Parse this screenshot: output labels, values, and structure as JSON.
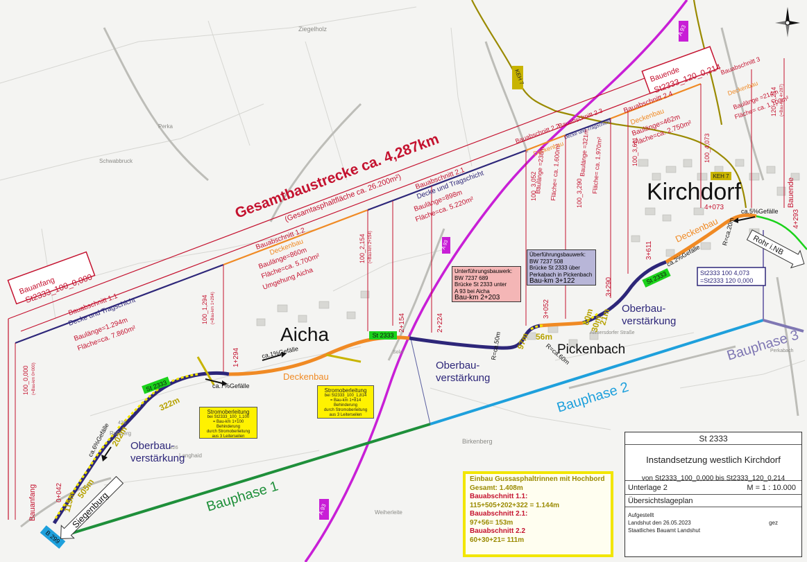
{
  "map": {
    "town_major": "Kirchdorf",
    "town_aicha": "Aicha",
    "town_pickenbach": "Pickenbach",
    "roads": {
      "a93": "A 93",
      "st2333": "St 2333",
      "b299": "B 299",
      "keh7": "KEH 7"
    },
    "place_labels": {
      "ziegelholz": "Ziegelholz",
      "schwabbruck": "Schwabbruck",
      "perka": "Perka",
      "rossberg": "Roßberg",
      "langhaid": "Langhaid",
      "birkenberg": "Birkenberg",
      "weiherleite": "Weiherleite",
      "solar": "Solar",
      "allmersdorfer": "Allmersdorfer Straße",
      "perkabach": "Perkabach",
      "elev426a": "426",
      "elev426b": "426"
    },
    "gesamt_title": "Gesamtbaustrecke ca. 4,287km",
    "gesamt_sub": "(Gesamtasphaltfläche ca. 26.200m²)",
    "bauanfang": {
      "title": "Bauanfang",
      "code": "St2333_100_0,000"
    },
    "bauende": {
      "title": "Bauende",
      "code": "St2333_120_0,214"
    },
    "sections": {
      "s11": {
        "title": "Bauabschnitt 1.1",
        "type": "Decke und Tragschicht",
        "length": "Baulänge=1.294m",
        "area": "Fläche=ca. 7.860m²"
      },
      "s12": {
        "title": "Bauabschnitt 1.2",
        "type": "Deckenbau",
        "length": "Baulänge=860m",
        "area": "Fläche=ca. 5.700m²",
        "note": "Umgehung Aicha"
      },
      "s21": {
        "title": "Bauabschnitt 2.1",
        "type": "Decke und Tragschicht",
        "length": "Baulänge=898m",
        "area": "Fläche=ca. 5.220m²"
      },
      "s22": {
        "title": "Bauabschnitt 2.2",
        "type": "Deckenbau",
        "length": "Baulänge =238m",
        "area": "Fläche= ca. 1.600m²"
      },
      "s23": {
        "title": "Bauabschnitt 2.3",
        "type": "Decke und Tragschicht",
        "length": "Baulänge =321m",
        "area": "Fläche= ca. 1.970m²"
      },
      "s24": {
        "title": "Bauabschnitt 2.4",
        "type": "Deckenbau",
        "length": "Baulänge=462m",
        "area": "Fläche=ca. 2.750m²"
      },
      "s3": {
        "title": "Bauabschnitt 3",
        "type": "Deckenbau",
        "length": "Baulänge =214m",
        "area": "Fläche= ca. 1.100m²"
      }
    },
    "stations": {
      "st100_0": "100_0,000",
      "st100_0_sub": "(=Bau-km 0+000)",
      "st100_1294": "100_1,294",
      "st100_1294_sub": "(=Bau-km 1+294)",
      "st100_2154": "100_2,154",
      "st100_2154_sub": "(=Bau-km 2+154)",
      "st100_3052": "100_3,052",
      "st100_3290": "100_3,290",
      "st100_3611": "100_3,611",
      "st100_4073": "100_4,073",
      "st120_0214": "120_0,214",
      "st120_0214_sub": "(=Bau-km 4+287)"
    },
    "km_marks": {
      "k0042": "0+042",
      "k1294": "1+294",
      "k2154": "2+154",
      "k2224": "2+224",
      "k3052": "3+052",
      "k3290": "3+290",
      "k3611": "3+611",
      "k4073": "4+073",
      "k4293": "4+293"
    },
    "segment_labels": {
      "oberbau1": "Oberbau-\nverstärkung",
      "oberbau2": "Oberbau-\nverstärkung",
      "oberbau3": "Oberbau-\nverstärkung",
      "deckenbau1": "Deckenbau",
      "deckenbau2": "Deckenbau"
    },
    "gradients": {
      "g1": "ca.1%Gefälle",
      "g7": "ca.7%Gefälle",
      "g6": "ca.6%Gefälle",
      "g2": "ca.2%Gefälle",
      "g5": "ca.5%Gefälle"
    },
    "radii": {
      "r1": "R=ca.50m",
      "r2": "R=ca.60m",
      "r3": "R=ca.20m"
    },
    "lengths": {
      "m322": "322m",
      "m202": "202m",
      "m505": "505m",
      "m115": "115m",
      "m56": "56m",
      "m97": "97m",
      "m60": "60m",
      "m30": "30m",
      "m21": "21m"
    },
    "directions": {
      "siegenburg": "Siegenburg",
      "rohr": "Rohr i.NB"
    },
    "bauphasen": {
      "p1": "Bauphase 1",
      "p2": "Bauphase 2",
      "p3": "Bauphase 3"
    },
    "kirchdorf_box": {
      "line1": "St2333  100  4,073",
      "line2": "=St2333  120  0,000"
    },
    "unterfuehrung": {
      "title": "Unterführungsbauwerk:",
      "bw": "BW 7237 689",
      "desc1": "Brücke St 2333 unter",
      "desc2": "A 93 bei Aicha",
      "km": "Bau-km 2+203"
    },
    "ueberfuehrung": {
      "title": "Überführungsbauwerk:",
      "bw": "BW 7237 508",
      "desc1": "Brücke St 2333 über",
      "desc2": "Perkabach in Pickenbach",
      "km": "Bau-km 3+122"
    },
    "strom1": {
      "title": "Stromoberleitung",
      "l1": "bei St2333_100_1,100",
      "l2": "= Bau-km 1+100",
      "l3": "Behinderung",
      "l4": "durch Stromoberleitung",
      "l5": "aus 3 Leiterseilen"
    },
    "strom2": {
      "title": "Stromoberleitung",
      "l1": "bei St2333_100_1,814",
      "l2": "= Bau-km 1+814",
      "l3": "Behinderung",
      "l4": "durch Stromoberleitung",
      "l5": "aus 3 Leiterseilen"
    }
  },
  "gussasphalt": {
    "title": "Einbau Gussasphaltrinnen mit Hochbord",
    "gesamt": "Gesamt: 1.408m",
    "b11": "Bauabschnitt 1.1:",
    "b11v": "115+505+202+322 = 1.144m",
    "b21": "Bauabschnitt 2.1:",
    "b21v": "97+56= 153m",
    "b22": "Bauabschnitt 2.2",
    "b22v": "60+30+21= 111m"
  },
  "legend": {
    "road": "St 2333",
    "title": "Instandsetzung westlich Kirchdorf",
    "range": "von St2333_100_0,000 bis St2333_120_0,214",
    "unterlage": "Unterlage 2",
    "scale": "M = 1 : 10.000",
    "plan": "Übersichtslageplan",
    "aufgestellt": "Aufgestellt",
    "date": "Landshut den   26.05.2023",
    "office": "Staatliches Bauamt Landshut",
    "gez": "gez"
  },
  "colors": {
    "red": "#c4122f",
    "navy": "#2d2679",
    "orange": "#f08a24",
    "magenta": "#c81fd6",
    "green": "#1e8f3a",
    "lightblue": "#1ea0dc",
    "lavender": "#7f77b3",
    "olive": "#9a8a00",
    "yellow": "#f2e600"
  }
}
